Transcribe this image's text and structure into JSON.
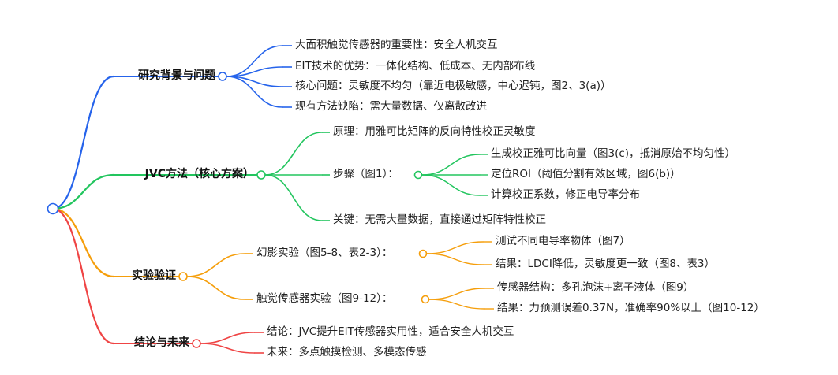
{
  "mindmap": {
    "branches": [
      {
        "label": "研究背景与问题",
        "color": "#2563eb",
        "children": [
          {
            "label": "大面积触觉传感器的重要性：安全人机交互"
          },
          {
            "label": "EIT技术的优势：一体化结构、低成本、无内部布线"
          },
          {
            "label": "核心问题：灵敏度不均匀（靠近电极敏感，中心迟钝，图2、3(a)）"
          },
          {
            "label": "现有方法缺陷：需大量数据、仅离散改进"
          }
        ]
      },
      {
        "label": "JVC方法（核心方案）",
        "color": "#22c55e",
        "children": [
          {
            "label": "原理：用雅可比矩阵的反向特性校正灵敏度"
          },
          {
            "label": "步骤（图1）：",
            "children": [
              {
                "label": "生成校正雅可比向量（图3(c)，抵消原始不均匀性）"
              },
              {
                "label": "定位ROI（阈值分割有效区域，图6(b)）"
              },
              {
                "label": "计算校正系数，修正电导率分布"
              }
            ]
          },
          {
            "label": "关键：无需大量数据，直接通过矩阵特性校正"
          }
        ]
      },
      {
        "label": "实验验证",
        "color": "#f59e0b",
        "children": [
          {
            "label": "幻影实验（图5-8、表2-3）：",
            "children": [
              {
                "label": "测试不同电导率物体（图7）"
              },
              {
                "label": "结果：LDCI降低，灵敏度更一致（图8、表3）"
              }
            ]
          },
          {
            "label": "触觉传感器实验（图9-12）：",
            "children": [
              {
                "label": "传感器结构：多孔泡沫+离子液体（图9）"
              },
              {
                "label": "结果：力预测误差0.37N，准确率90%以上（图10-12）"
              }
            ]
          }
        ]
      },
      {
        "label": "结论与未来",
        "color": "#ef4444",
        "children": [
          {
            "label": "结论：JVC提升EIT传感器实用性，适合安全人机交互"
          },
          {
            "label": "未来：多点触摸检测、多模态传感"
          }
        ]
      }
    ]
  }
}
